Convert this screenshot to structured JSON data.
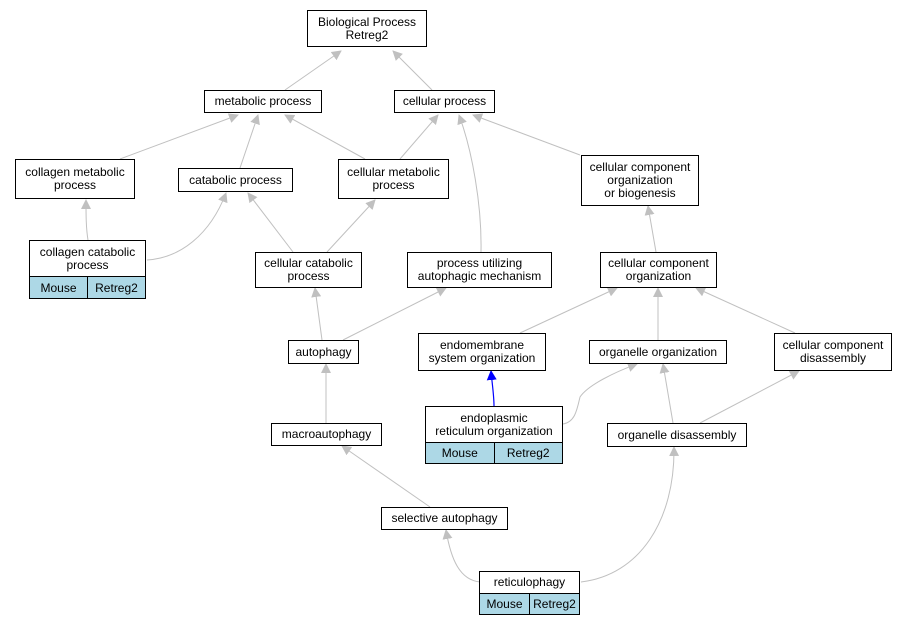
{
  "diagram": {
    "nodes": {
      "bp": "Biological Process\nRetreg2",
      "metabolic": "metabolic process",
      "cellular": "cellular process",
      "collagen_metabolic": "collagen metabolic\nprocess",
      "catabolic": "catabolic process",
      "cellular_metabolic": "cellular metabolic\nprocess",
      "ccob": "cellular component\norganization\nor biogenesis",
      "collagen_catabolic": "collagen catabolic\nprocess",
      "cellular_catabolic": "cellular catabolic\nprocess",
      "autophagic_mechanism": "process utilizing\nautophagic mechanism",
      "cc_organization": "cellular component\norganization",
      "autophagy": "autophagy",
      "endomembrane": "endomembrane\nsystem organization",
      "organelle_org": "organelle organization",
      "cc_disassembly": "cellular component\ndisassembly",
      "macroautophagy": "macroautophagy",
      "er_org": "endoplasmic\nreticulum organization",
      "organelle_disassembly": "organelle disassembly",
      "selective_autophagy": "selective autophagy",
      "reticulophagy": "reticulophagy"
    },
    "annotations": {
      "collagen_catabolic": [
        "Mouse",
        "Retreg2"
      ],
      "er_org": [
        "Mouse",
        "Retreg2"
      ],
      "reticulophagy": [
        "Mouse",
        "Retreg2"
      ]
    },
    "colors": {
      "edge": "#c0c0c0",
      "highlight_edge": "#0000ff",
      "annotation_fill": "#add8e6"
    }
  }
}
